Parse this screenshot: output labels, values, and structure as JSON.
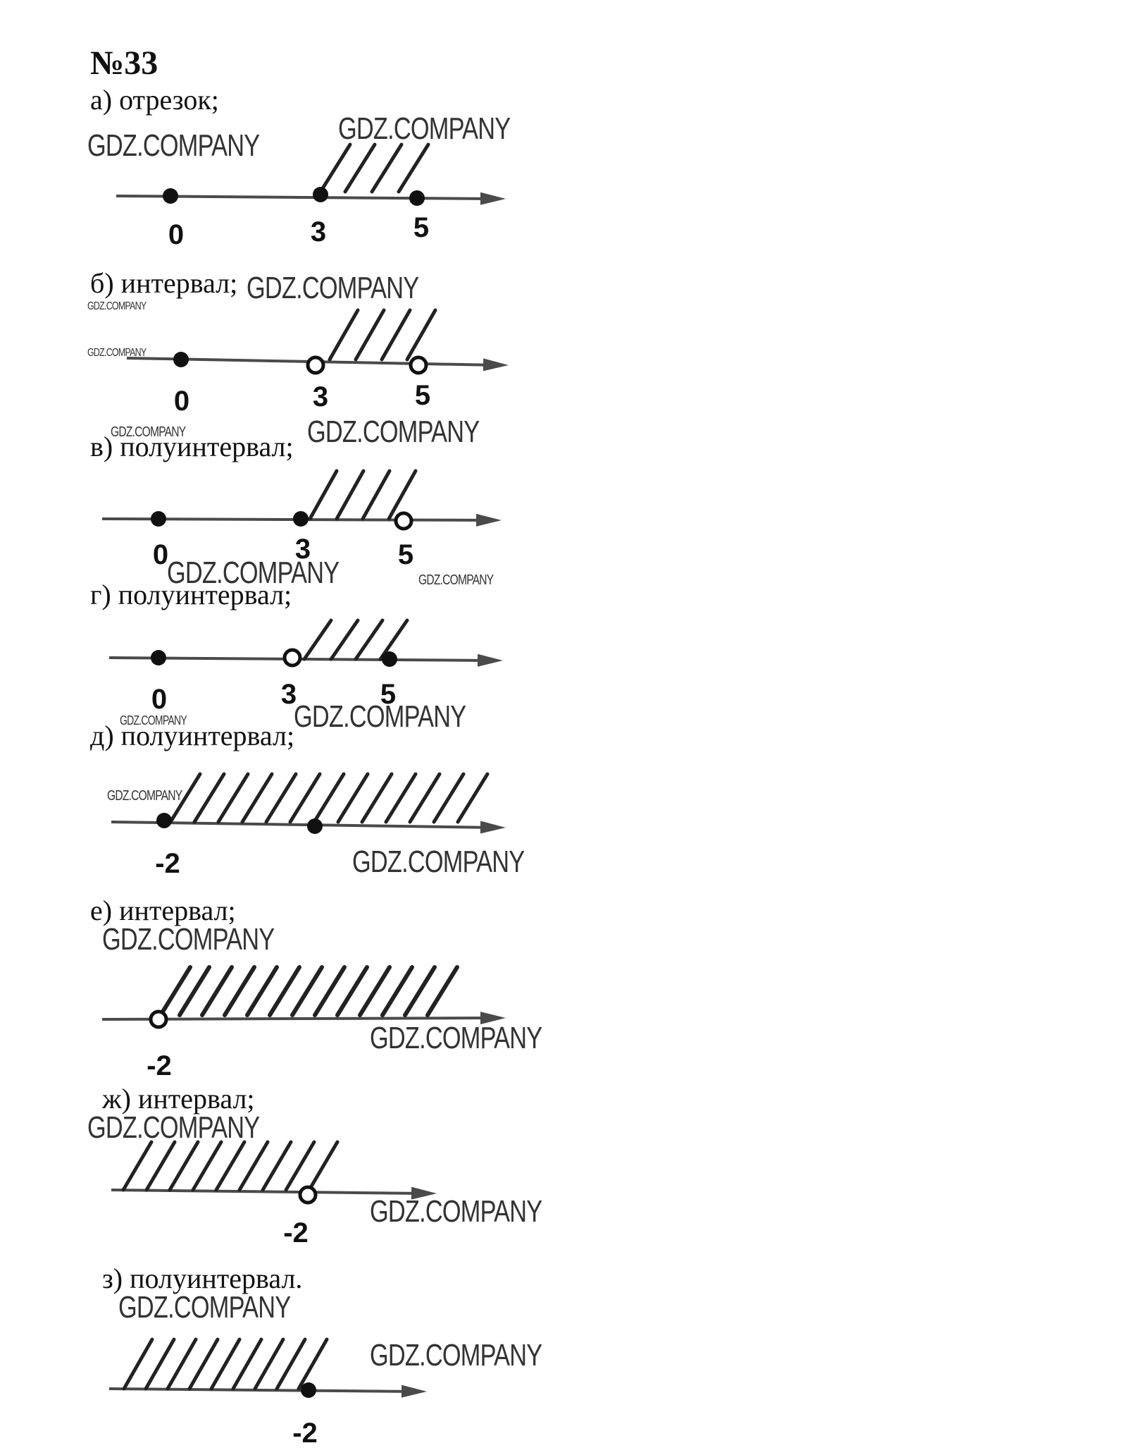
{
  "title": "№33",
  "watermark": "GDZ.COMPANY",
  "tasks": [
    {
      "label": "а) отрезок;",
      "ticks": [
        {
          "text": "0",
          "dot": "filled"
        },
        {
          "text": "3",
          "dot": "filled"
        },
        {
          "text": "5",
          "dot": "filled"
        }
      ]
    },
    {
      "label": "б) интервал;",
      "ticks": [
        {
          "text": "0",
          "dot": "filled"
        },
        {
          "text": "3",
          "dot": "open"
        },
        {
          "text": "5",
          "dot": "open"
        }
      ]
    },
    {
      "label": "в) полуинтервал;",
      "ticks": [
        {
          "text": "0",
          "dot": "filled"
        },
        {
          "text": "3",
          "dot": "filled"
        },
        {
          "text": "5",
          "dot": "open"
        }
      ]
    },
    {
      "label": "г) полуинтервал;",
      "ticks": [
        {
          "text": "0",
          "dot": "filled"
        },
        {
          "text": "3",
          "dot": "open"
        },
        {
          "text": "5",
          "dot": "filled"
        }
      ]
    },
    {
      "label": "д) полуинтервал;",
      "ticks": [
        {
          "text": "-2",
          "dot": "filled"
        },
        {
          "text": "",
          "dot": "filled"
        }
      ]
    },
    {
      "label": "е) интервал;",
      "ticks": [
        {
          "text": "-2",
          "dot": "open"
        }
      ]
    },
    {
      "label": "ж) интервал;",
      "ticks": [
        {
          "text": "-2",
          "dot": "open"
        }
      ]
    },
    {
      "label": "з) полуинтервал.",
      "ticks": [
        {
          "text": "-2",
          "dot": "filled"
        }
      ]
    }
  ],
  "colors": {
    "line": "#4a4a4a",
    "ink": "#111111",
    "hatch": "#222222"
  }
}
